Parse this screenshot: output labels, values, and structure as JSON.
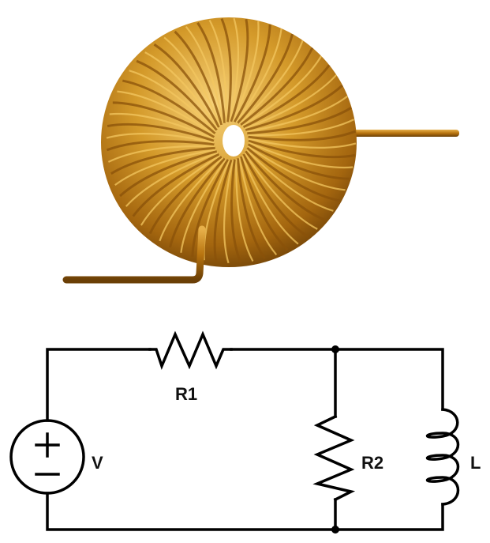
{
  "figure": {
    "photo": {
      "subject": "toroidal-inductor",
      "wire_color": "#c98a1a",
      "highlight_color": "#f3c760",
      "shadow_color": "#6b3f06"
    },
    "circuit": {
      "line_color": "#000000",
      "labels": {
        "source": "V",
        "source_plus": "+",
        "source_minus": "−",
        "r1": "R1",
        "r2": "R2",
        "inductor": "L"
      }
    }
  }
}
